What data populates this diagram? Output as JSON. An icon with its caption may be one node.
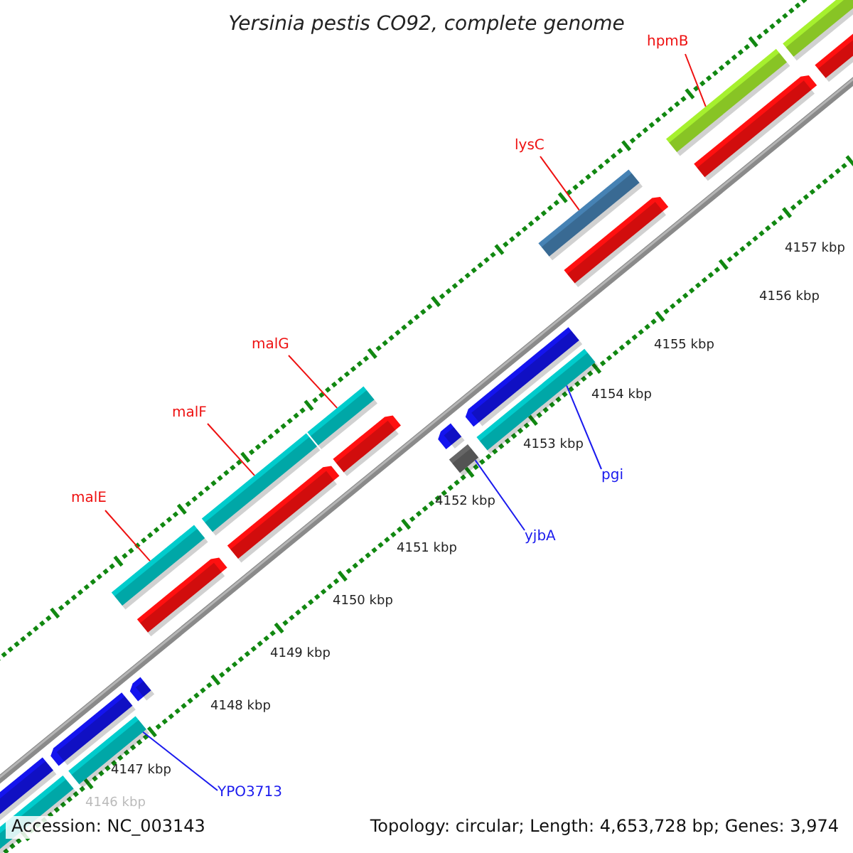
{
  "diagram": {
    "title": "Yersinia pestis CO92, complete genome",
    "nodes": [
      {
        "text": [
          "hpmB"
        ]
      },
      {
        "text": [],
        "shape": "bar"
      },
      {
        "text": [
          "lysC"
        ]
      },
      {
        "text": [],
        "shape": "bar"
      },
      {
        "text": [
          "malG"
        ]
      },
      {
        "text": [],
        "shape": "bar"
      },
      {
        "text": [
          "malF"
        ]
      },
      {
        "text": [],
        "shape": "bar"
      },
      {
        "text": [
          "malE"
        ]
      },
      {
        "text": [],
        "shape": "bar"
      },
      {
        "text": [
          "pgi"
        ]
      },
      {
        "text": [],
        "shape": "bar"
      },
      {
        "text": [
          "yjbA"
        ]
      },
      {
        "text": [],
        "shape": "bar"
      },
      {
        "text": [
          "YPO3713"
        ]
      },
      {
        "text": [],
        "shape": "bar"
      }
    ],
    "edges": [
      {
        "from": 0,
        "to": 1,
        "arrow": "none"
      },
      {
        "from": 2,
        "to": 3,
        "arrow": "none"
      },
      {
        "from": 4,
        "to": 5,
        "arrow": "none"
      },
      {
        "from": 6,
        "to": 7,
        "arrow": "none"
      },
      {
        "from": 8,
        "to": 9,
        "arrow": "none"
      },
      {
        "from": 10,
        "to": 11,
        "arrow": "none",
        "color": "#1a1aee"
      },
      {
        "from": 12,
        "to": 13,
        "arrow": "none",
        "color": "#1a1aee"
      },
      {
        "from": 14,
        "to": 15,
        "arrow": "none",
        "color": "#1a1aee"
      }
    ],
    "labels": [
      "4157 kbp",
      "4156 kbp",
      "4155 kbp",
      "4154 kbp",
      "4153 kbp",
      "4152 kbp",
      "4151 kbp",
      "4150 kbp",
      "4149 kbp",
      "4148 kbp",
      "4147 kbp",
      "4146 kbp",
      "Accession: NC_003143",
      "Topology: circular; Length: 4,653,728 bp; Genes: 3,974"
    ]
  }
}
